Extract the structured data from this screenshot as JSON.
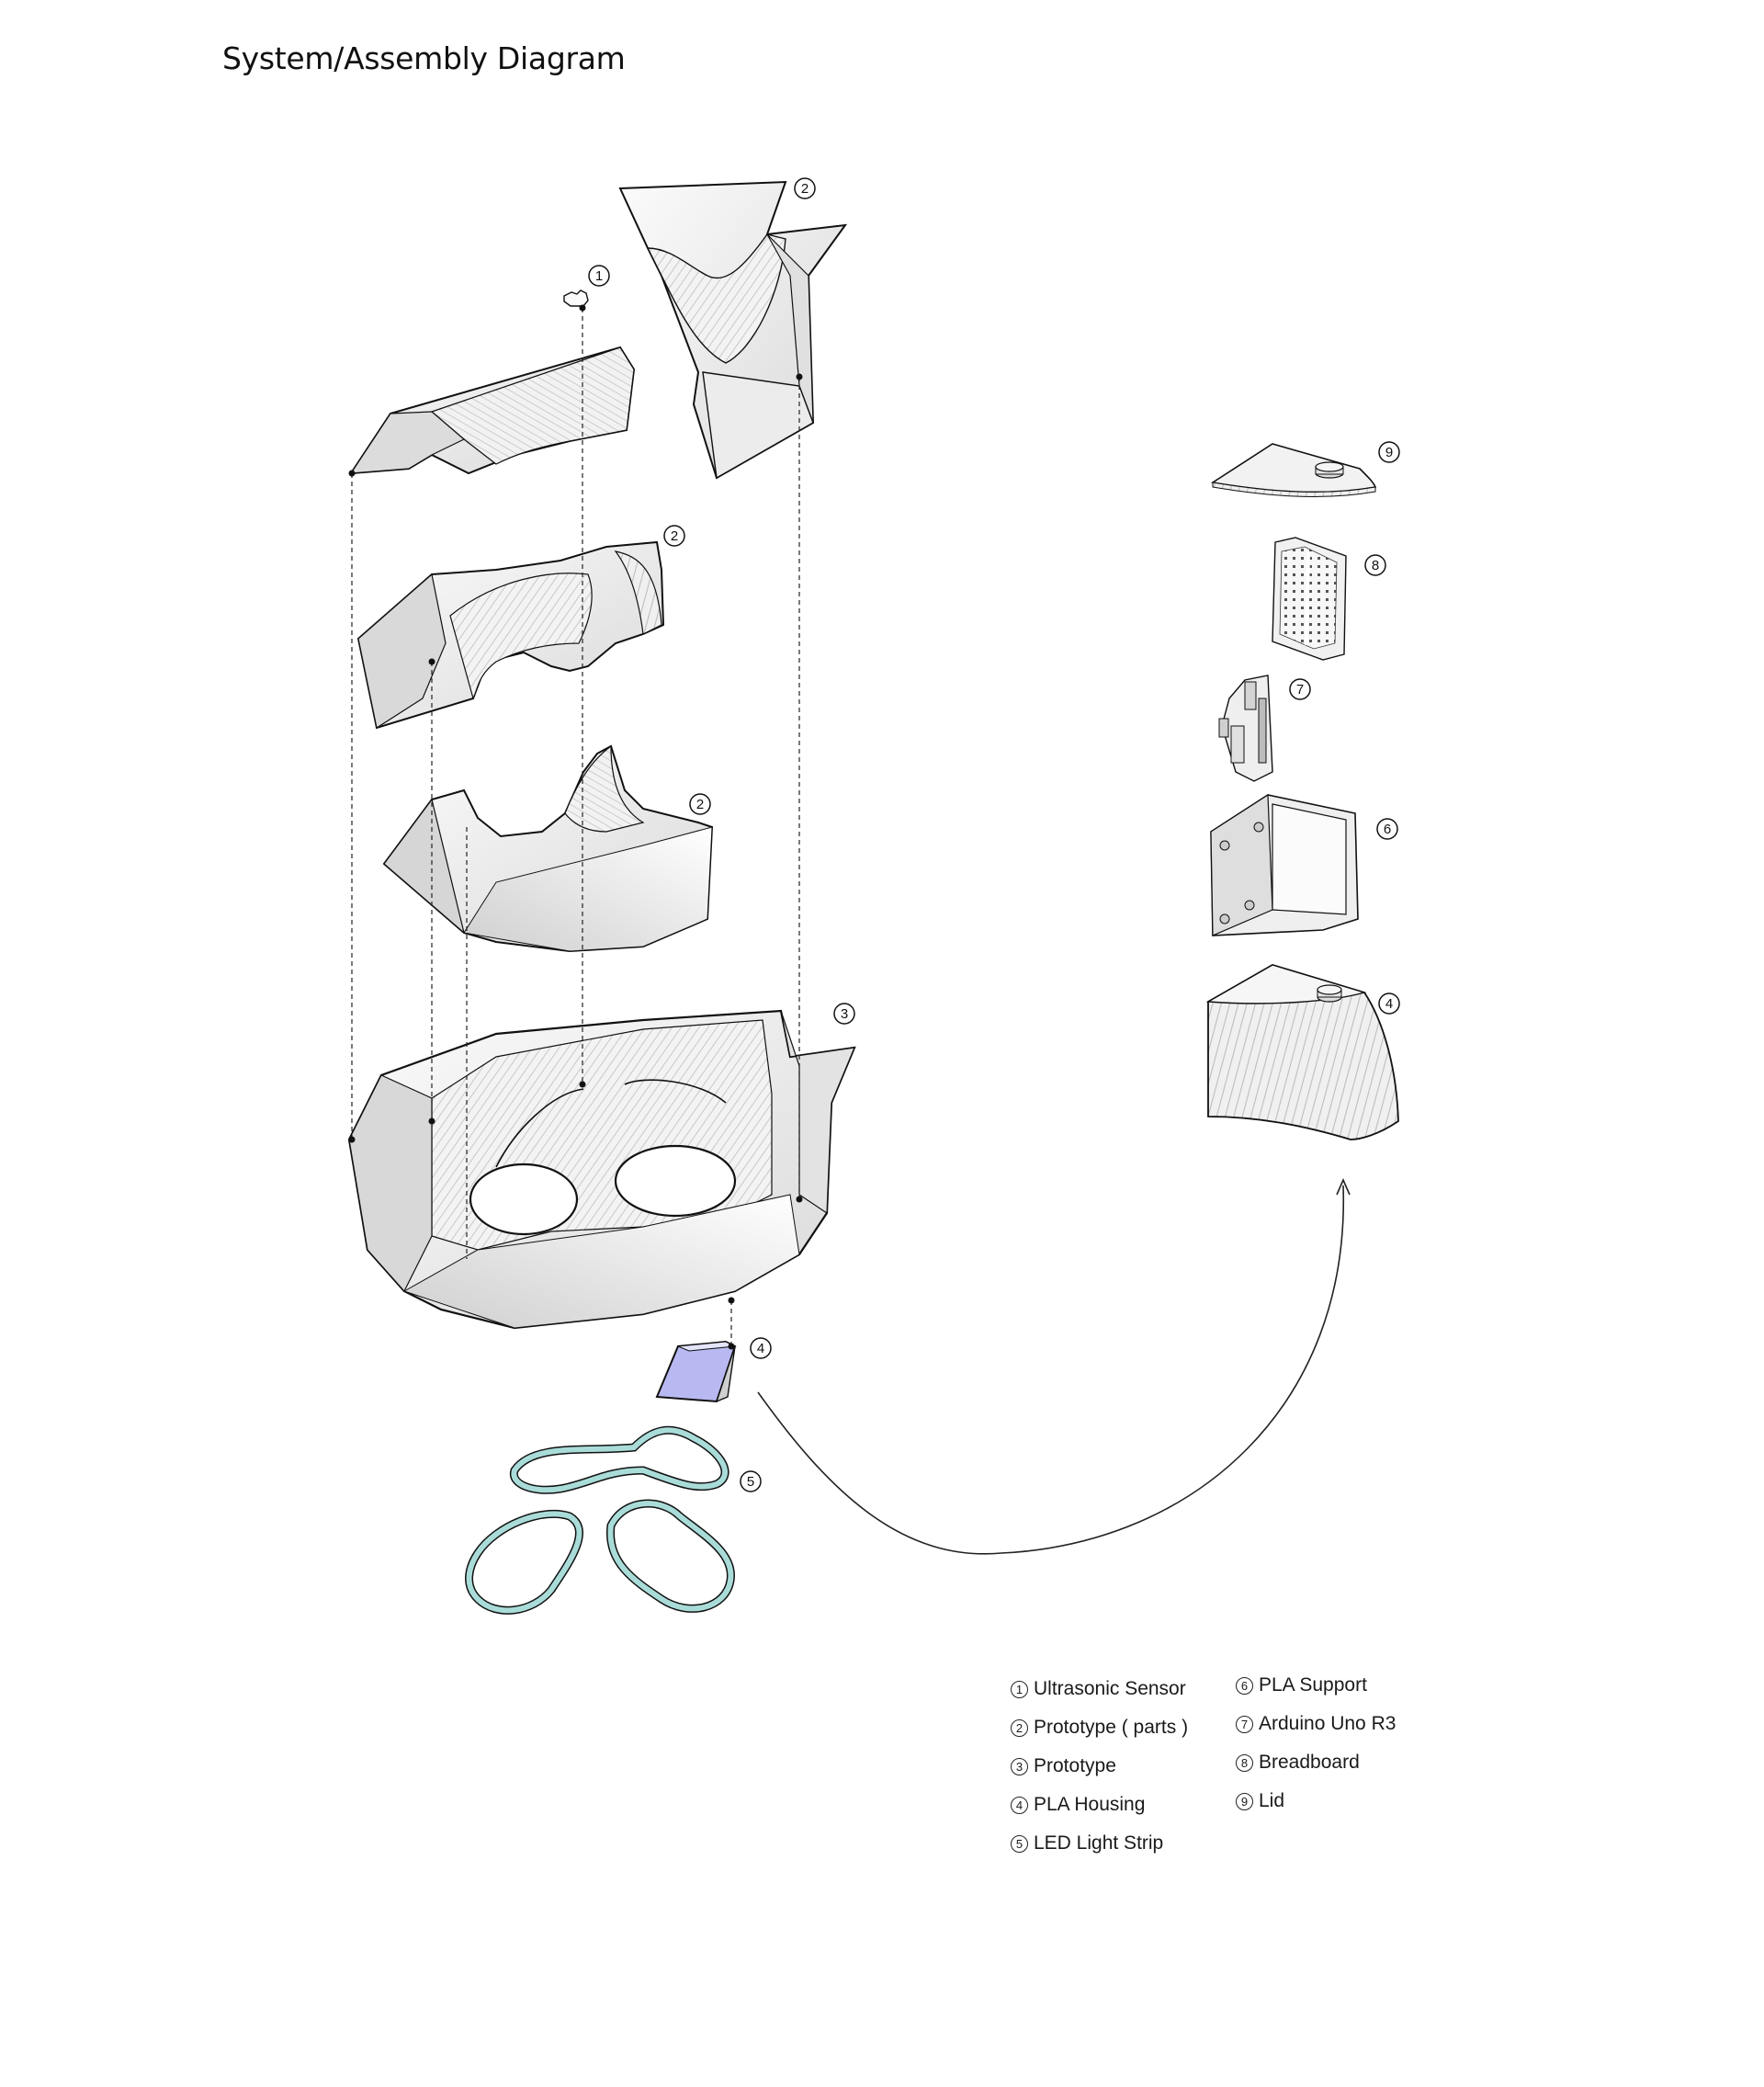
{
  "title": "System/Assembly Diagram",
  "callouts": {
    "c1": "1",
    "c2": "2",
    "c3": "3",
    "c4": "4",
    "c5": "5",
    "c6": "6",
    "c7": "7",
    "c8": "8",
    "c9": "9"
  },
  "legend": {
    "left": [
      {
        "num": "1",
        "label": "Ultrasonic Sensor"
      },
      {
        "num": "2",
        "label": "Prototype ( parts )"
      },
      {
        "num": "3",
        "label": "Prototype"
      },
      {
        "num": "4",
        "label": "PLA Housing"
      },
      {
        "num": "5",
        "label": "LED Light Strip"
      }
    ],
    "right": [
      {
        "num": "6",
        "label": "PLA Support"
      },
      {
        "num": "7",
        "label": "Arduino Uno R3"
      },
      {
        "num": "8",
        "label": "Breadboard"
      },
      {
        "num": "9",
        "label": "Lid"
      }
    ]
  },
  "colors": {
    "part_fill": "#f4f4f4",
    "part_shade": "#d8d8d8",
    "outline": "#111111",
    "led_strip": "#a9dcd9",
    "housing_glow": "#b9b9f2"
  }
}
